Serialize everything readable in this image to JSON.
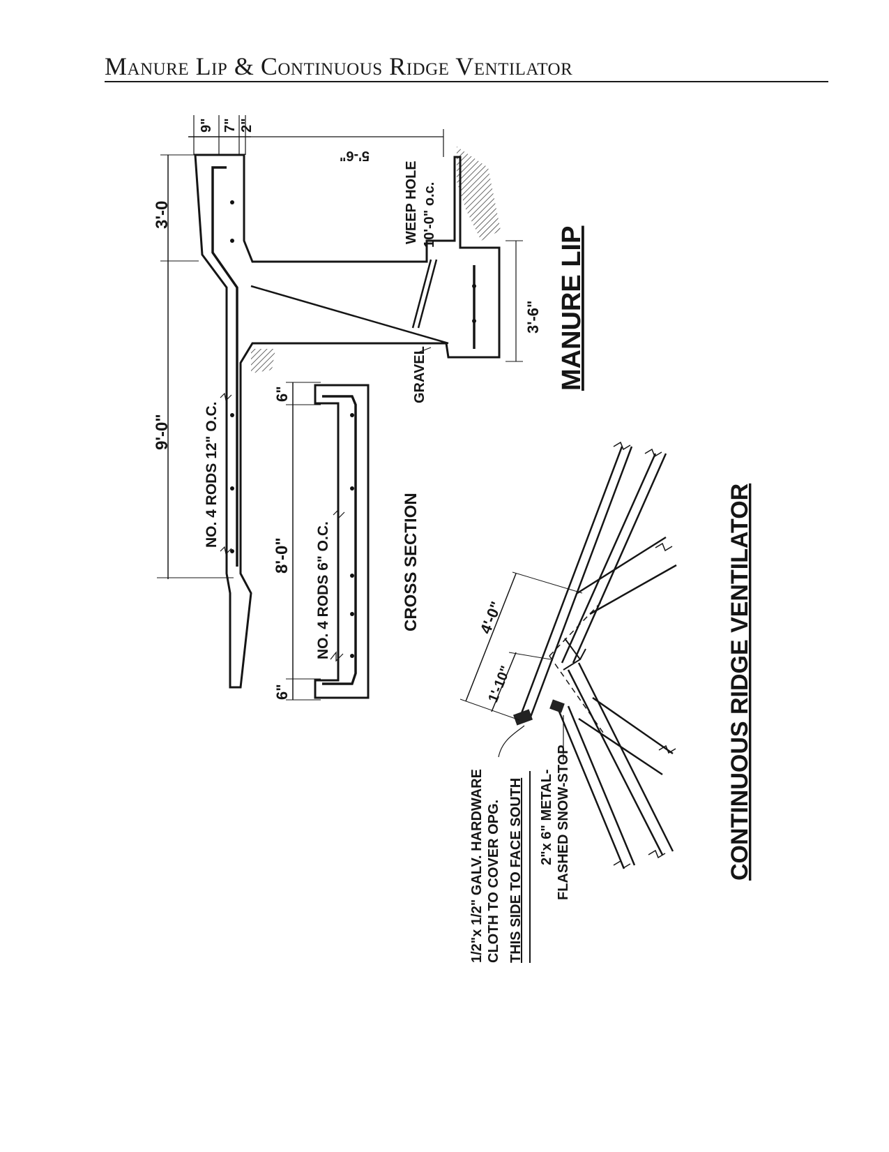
{
  "page": {
    "title": "Manure Lip & Continuous Ridge Ventilator"
  },
  "manure_lip": {
    "heading": "MANURE LIP",
    "dims": {
      "d9": "9\"",
      "d7": "7\"",
      "d2": "2\"",
      "d3_0": "3'-0",
      "d9_0": "9'-0\"",
      "d5_6": "5'-6\"",
      "d3_6": "3'-6\""
    },
    "weep_hole": "WEEP HOLE",
    "weep_spacing": "10'-0\" o.c.",
    "gravel": "GRAVEL",
    "rods_12": "NO. 4 RODS 12\" O.C."
  },
  "cross_section": {
    "heading": "CROSS SECTION",
    "dim_top": "6\"",
    "dim_mid": "8'-0\"",
    "dim_bottom": "6\"",
    "rods_6": "NO. 4 RODS 6\" O.C."
  },
  "ridge_ventilator": {
    "heading": "CONTINUOUS RIDGE VENTILATOR",
    "dim_4_0": "4'-0\"",
    "dim_1_10": "1'-10\"",
    "hardware_line1": "1/2\"x 1/2\" GALV. HARDWARE",
    "hardware_line2": "CLOTH TO COVER OPG.",
    "face_south": "THIS SIDE TO FACE SOUTH",
    "snowstop_line1": "2\"x 6\" METAL-",
    "snowstop_line2": "FLASHED SNOW-STOP"
  }
}
